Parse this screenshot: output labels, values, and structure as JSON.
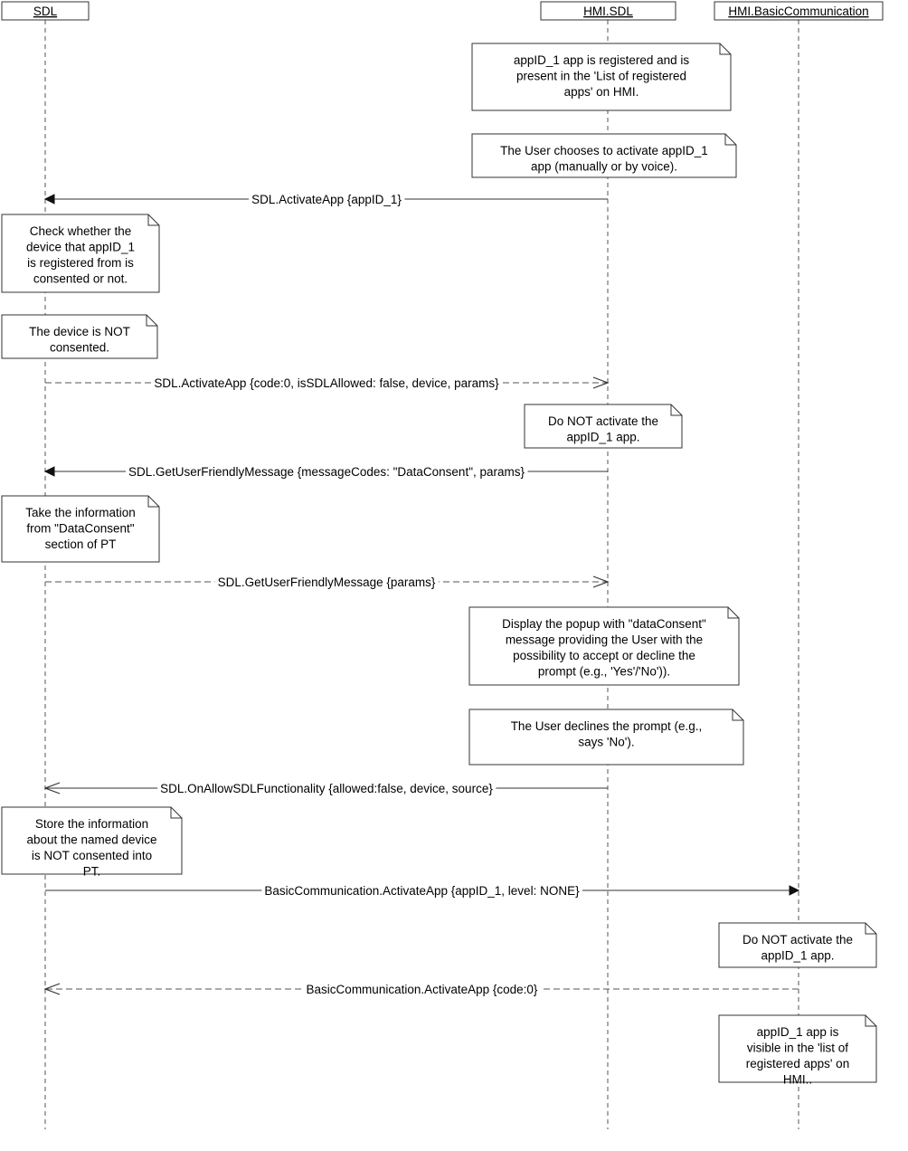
{
  "actors": [
    {
      "id": "sdl",
      "label": "SDL"
    },
    {
      "id": "hmi_sdl",
      "label": "HMI.SDL"
    },
    {
      "id": "hmi_bc",
      "label": "HMI.BasicCommunication"
    }
  ],
  "sequence": [
    {
      "kind": "note",
      "over": "hmi_sdl",
      "lines": [
        "appID_1 app is registered and is",
        "present in the 'List of registered",
        "apps' on HMI."
      ]
    },
    {
      "kind": "note",
      "over": "hmi_sdl",
      "lines": [
        "The User chooses to activate appID_1",
        "app (manually or by voice)."
      ]
    },
    {
      "kind": "message",
      "from": "hmi_sdl",
      "to": "sdl",
      "style": "sync",
      "label": "SDL.ActivateApp {appID_1}"
    },
    {
      "kind": "note",
      "over": "sdl",
      "lines": [
        "Check whether the",
        "device that appID_1",
        "is registered from is",
        "consented or not."
      ]
    },
    {
      "kind": "note",
      "over": "sdl",
      "lines": [
        "The device is NOT",
        "consented."
      ]
    },
    {
      "kind": "message",
      "from": "sdl",
      "to": "hmi_sdl",
      "style": "reply",
      "label": "SDL.ActivateApp {code:0, isSDLAllowed: false, device, params}"
    },
    {
      "kind": "note",
      "over": "hmi_sdl",
      "lines": [
        "Do NOT activate the",
        "appID_1 app."
      ]
    },
    {
      "kind": "message",
      "from": "hmi_sdl",
      "to": "sdl",
      "style": "sync",
      "label": "SDL.GetUserFriendlyMessage {messageCodes: \"DataConsent\", params}"
    },
    {
      "kind": "note",
      "over": "sdl",
      "lines": [
        "Take the information",
        "from \"DataConsent\"",
        "section of PT"
      ]
    },
    {
      "kind": "message",
      "from": "sdl",
      "to": "hmi_sdl",
      "style": "reply",
      "label": "SDL.GetUserFriendlyMessage {params}"
    },
    {
      "kind": "note",
      "over": "hmi_sdl",
      "lines": [
        "Display the popup with  \"dataConsent\"",
        "message providing the User with the",
        "possibility to accept or decline the",
        "prompt (e.g., 'Yes'/'No'))."
      ]
    },
    {
      "kind": "note",
      "over": "hmi_sdl",
      "lines": [
        "The User declines the prompt (e.g.,",
        "says 'No')."
      ]
    },
    {
      "kind": "message",
      "from": "hmi_sdl",
      "to": "sdl",
      "style": "async",
      "label": "SDL.OnAllowSDLFunctionality {allowed:false, device, source}"
    },
    {
      "kind": "note",
      "over": "sdl",
      "lines": [
        "Store the information",
        "about the named device",
        "is NOT consented into",
        "PT."
      ]
    },
    {
      "kind": "message",
      "from": "sdl",
      "to": "hmi_bc",
      "style": "sync",
      "label": "BasicCommunication.ActivateApp {appID_1, level: NONE}"
    },
    {
      "kind": "note",
      "over": "hmi_bc",
      "lines": [
        "Do NOT activate the",
        "appID_1 app."
      ]
    },
    {
      "kind": "message",
      "from": "hmi_bc",
      "to": "sdl",
      "style": "reply-open",
      "label": "BasicCommunication.ActivateApp {code:0}"
    },
    {
      "kind": "note",
      "over": "hmi_bc",
      "lines": [
        "appID_1 app is",
        "visible in the 'list of",
        "registered apps' on",
        "HMI.."
      ]
    }
  ]
}
